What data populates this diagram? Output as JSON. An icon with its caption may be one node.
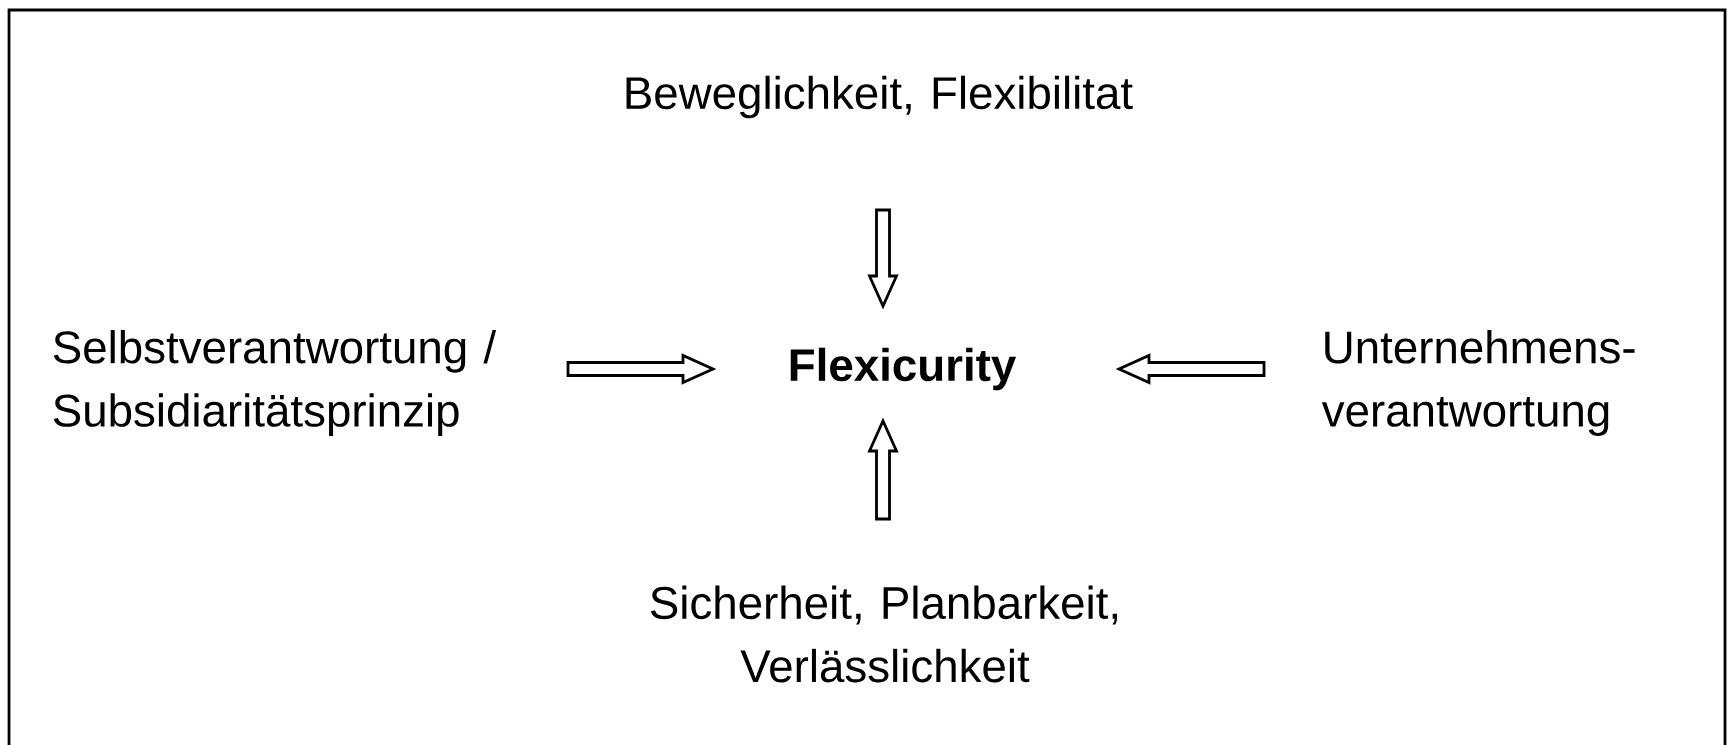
{
  "diagram": {
    "nodes": [
      {
        "text": [
          "Flexicurity"
        ]
      },
      {
        "text": [
          "Beweglichkeit, Flexibilitat"
        ]
      },
      {
        "text": [
          "Selbstverantwortung / Subsidiaritätsprinzip"
        ]
      },
      {
        "text": [
          "Unternehmens- verantwortung"
        ]
      },
      {
        "text": [
          "Sicherheit, Planbarkeit, Verlässlichkeit"
        ]
      }
    ],
    "edges": [
      {
        "from": 1,
        "to": 0,
        "arrow": "to"
      },
      {
        "from": 2,
        "to": 0,
        "arrow": "to"
      },
      {
        "from": 3,
        "to": 0,
        "arrow": "to"
      },
      {
        "from": 4,
        "to": 0,
        "arrow": "to"
      }
    ]
  }
}
